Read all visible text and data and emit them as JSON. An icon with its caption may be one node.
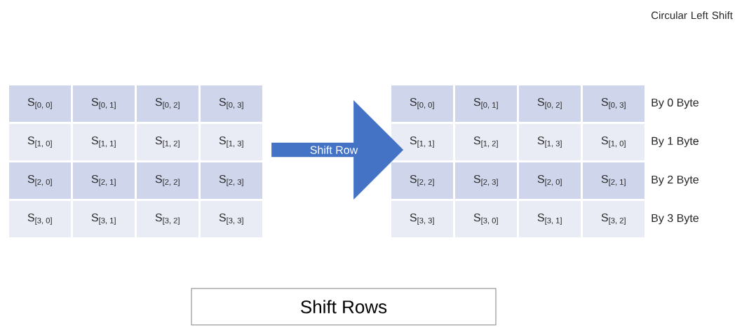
{
  "diagram": {
    "nodes": [
      {
        "text": [
          "Shift Row"
        ]
      },
      {
        "text": [
          "Shift Rows"
        ]
      }
    ],
    "labels": [
      "S$_{[0, 0]}$",
      "S$_{[0, 1]}$",
      "S$_{[0, 2]}$",
      "S$_{[0, 3]}$",
      "S$_{[1, 0]}$",
      "S$_{[1, 1]}$",
      "S$_{[1, 2]}$",
      "S$_{[1, 3]}$",
      "S$_{[2, 0]}$",
      "S$_{[2, 1]}$",
      "S$_{[2, 2]}$",
      "S$_{[2, 3]}$",
      "S$_{[3, 0]}$",
      "S$_{[3, 1]}$",
      "S$_{[3, 2]}$",
      "S$_{[3, 3]}$",
      "Circular Left Shift",
      "S$_{[0, 0]}$",
      "S$_{[0, 1]}$",
      "S$_{[0, 2]}$",
      "S$_{[0, 3]}$",
      "By 0 Byte",
      "S$_{[1, 1]}$",
      "S$_{[1, 2]}$",
      "S$_{[1, 3]}$",
      "S$_{[1, 0]}$",
      "By 1 Byte",
      "S$_{[2, 2]}$",
      "S$_{[2, 3]}$",
      "S$_{[2, 0]}$",
      "S$_{[2, 1]}$",
      "By 2 Byte",
      "S$_{[3, 3]}$",
      "S$_{[3, 0]}$",
      "S$_{[3, 1]}$",
      "S$_{[3, 2]}$",
      "By 3 Byte"
    ]
  }
}
